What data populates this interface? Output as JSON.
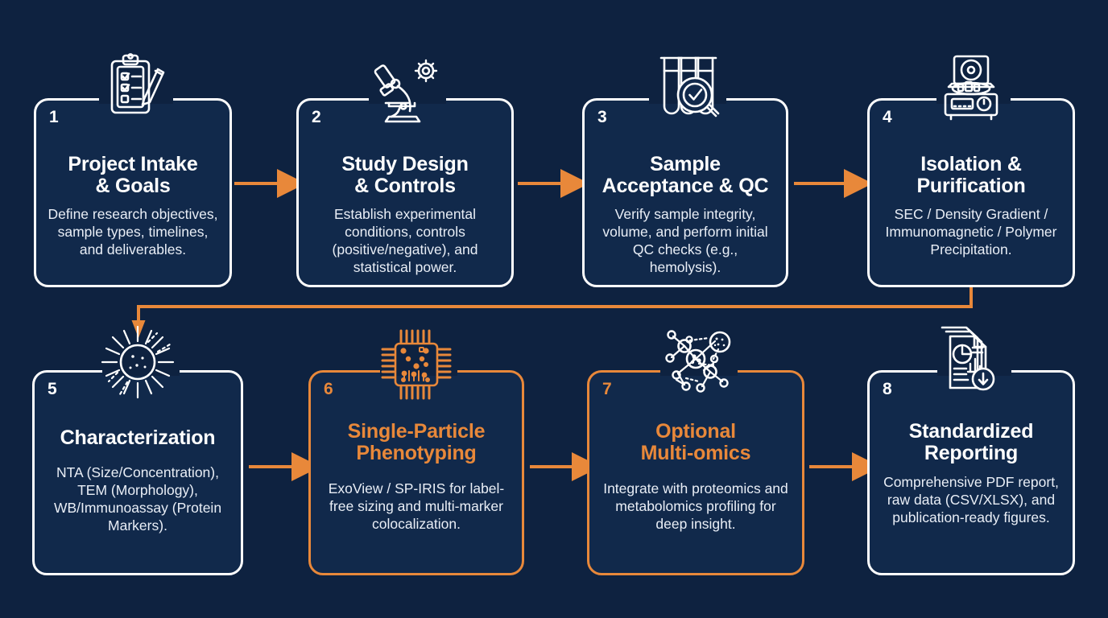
{
  "theme": {
    "background": "#0e2240",
    "card_fill": "#11294b",
    "border": "#ffffff",
    "accent": "#e8883a",
    "text": "#ffffff",
    "desc_text": "#e9eef6"
  },
  "diagram": {
    "type": "workflow",
    "rows": 2,
    "columns": 4,
    "flow_direction": "left-to-right, wrapping down at step 4 to step 5",
    "steps": [
      {
        "number": "1",
        "title": "Project Intake\n& Goals",
        "title_line1": "Project Intake",
        "title_line2": "& Goals",
        "description": "Define research objectives, sample types, timelines, and deliverables.",
        "icon": "clipboard-checklist-pencil-icon",
        "highlighted": false
      },
      {
        "number": "2",
        "title": "Study Design\n& Controls",
        "title_line1": "Study Design",
        "title_line2": "& Controls",
        "description": "Establish experimental conditions, controls (positive/negative), and statistical power.",
        "icon": "microscope-gear-icon",
        "highlighted": false
      },
      {
        "number": "3",
        "title": "Sample\nAcceptance & QC",
        "title_line1": "Sample",
        "title_line2": "Acceptance & QC",
        "description": "Verify sample integrity, volume, and perform initial QC checks (e.g., hemolysis).",
        "icon": "test-tubes-magnifier-check-icon",
        "highlighted": false
      },
      {
        "number": "4",
        "title": "Isolation &\nPurification",
        "title_line1": "Isolation &",
        "title_line2": "Purification",
        "description": "SEC / Density Gradient / Immunomagnetic / Polymer Precipitation.",
        "icon": "centrifuge-icon",
        "highlighted": false
      },
      {
        "number": "5",
        "title": "Characterization",
        "title_line1": "Characterization",
        "title_line2": "",
        "description": "NTA (Size/Concentration), TEM (Morphology), WB/Immunoassay (Protein Markers).",
        "icon": "nanoparticle-burst-icon",
        "highlighted": false
      },
      {
        "number": "6",
        "title": "Single-Particle\nPhenotyping",
        "title_line1": "Single-Particle",
        "title_line2": "Phenotyping",
        "description": "ExoView / SP-IRIS for label-free sizing and multi-marker colocalization.",
        "icon": "microarray-chip-icon",
        "highlighted": true
      },
      {
        "number": "7",
        "title": "Optional\nMulti-omics",
        "title_line1": "Optional",
        "title_line2": "Multi-omics",
        "description": "Integrate with proteomics and metabolomics profiling for deep insight.",
        "icon": "molecular-network-icon",
        "highlighted": true
      },
      {
        "number": "8",
        "title": "Standardized\nReporting",
        "title_line1": "Standardized",
        "title_line2": "Reporting",
        "description": "Comprehensive PDF report, raw data (CSV/XLSX), and publication-ready figures.",
        "icon": "report-documents-download-icon",
        "highlighted": false
      }
    ],
    "connectors": [
      {
        "from": "1",
        "to": "2",
        "style": "arrow-right"
      },
      {
        "from": "2",
        "to": "3",
        "style": "arrow-right"
      },
      {
        "from": "3",
        "to": "4",
        "style": "arrow-right"
      },
      {
        "from": "4",
        "to": "5",
        "style": "wrap-down-left-arrow"
      },
      {
        "from": "5",
        "to": "6",
        "style": "arrow-right"
      },
      {
        "from": "6",
        "to": "7",
        "style": "arrow-right"
      },
      {
        "from": "7",
        "to": "8",
        "style": "arrow-right"
      }
    ]
  }
}
